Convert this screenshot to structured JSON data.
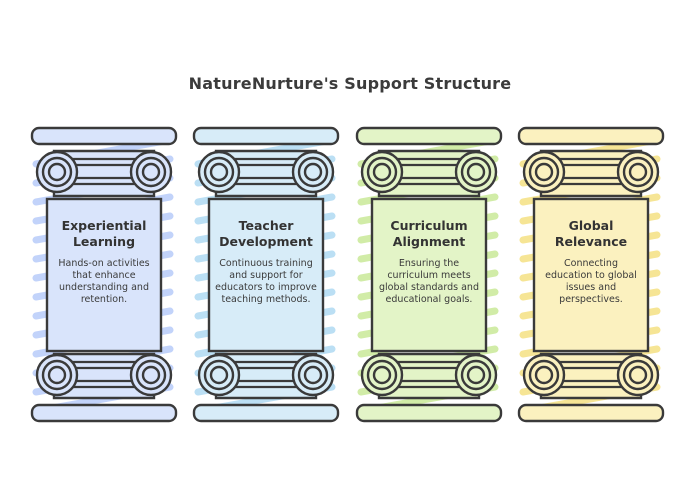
{
  "title": "NatureNurture's Support Structure",
  "pillars": [
    {
      "title": "Experiential Learning",
      "description": "Hands-on activities that enhance understanding and retention.",
      "fill": "#d9e4fb",
      "hatch": "#bccffa"
    },
    {
      "title": "Teacher Development",
      "description": "Continuous training and support for educators to improve teaching methods.",
      "fill": "#d7ecf8",
      "hatch": "#b4dcf3"
    },
    {
      "title": "Curriculum Alignment",
      "description": "Ensuring the curriculum meets global standards and educational goals.",
      "fill": "#e3f4c7",
      "hatch": "#cdea9e"
    },
    {
      "title": "Global Relevance",
      "description": "Connecting education to global issues and perspectives.",
      "fill": "#fbf1bf",
      "hatch": "#f6e38a"
    }
  ]
}
